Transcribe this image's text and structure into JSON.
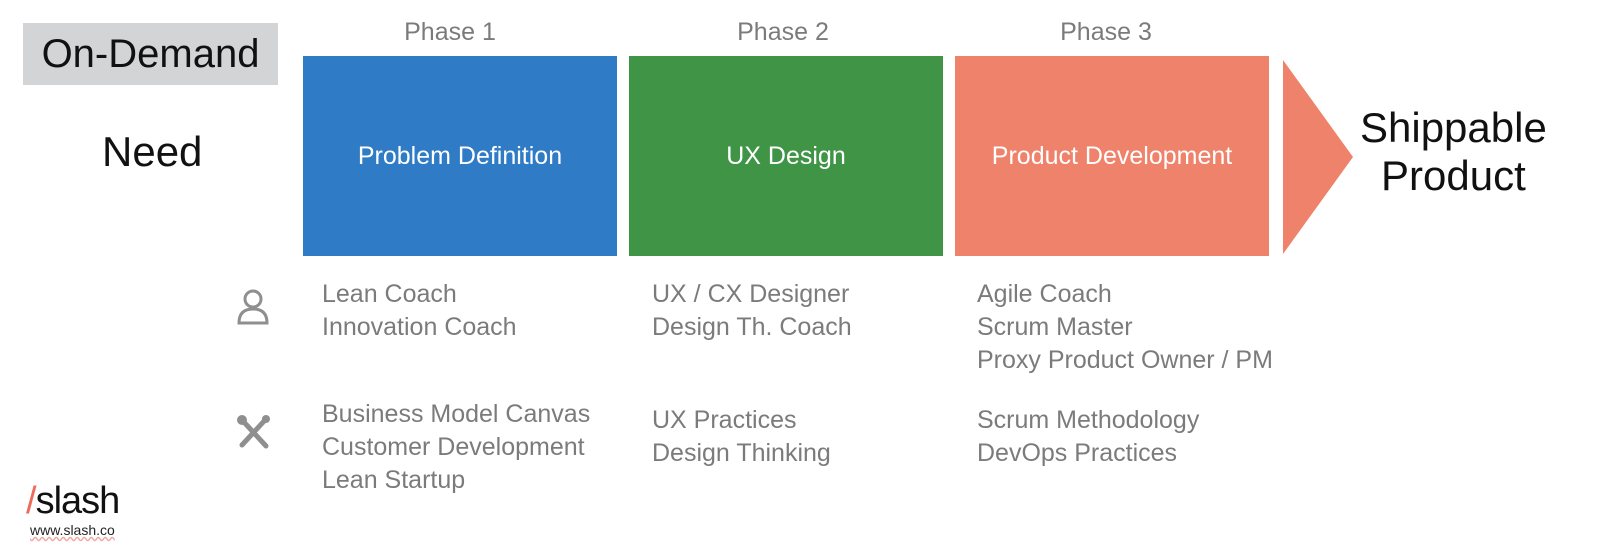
{
  "left": {
    "tag": "On-Demand",
    "need": "Need"
  },
  "colors": {
    "phase1": "#2f7bc6",
    "phase2": "#3f9446",
    "phase3": "#ef826a",
    "tag_bg": "#d3d4d6",
    "logo_accent": "#ee6b5a"
  },
  "phases": [
    {
      "label": "Phase 1",
      "title": "Problem Definition",
      "roles": [
        "Lean Coach",
        "Innovation Coach"
      ],
      "tools": [
        "Business Model Canvas",
        "Customer Development",
        "Lean Startup"
      ]
    },
    {
      "label": "Phase 2",
      "title": "UX Design",
      "roles": [
        "UX / CX Designer",
        "Design Th. Coach"
      ],
      "tools": [
        "UX Practices",
        "Design Thinking"
      ]
    },
    {
      "label": "Phase 3",
      "title": "Product Development",
      "roles": [
        "Agile Coach",
        "Scrum Master",
        "Proxy Product Owner / PM"
      ],
      "tools": [
        "Scrum Methodology",
        "DevOps Practices"
      ]
    }
  ],
  "outcome": {
    "line1": "Shippable",
    "line2": "Product"
  },
  "row_icons": {
    "roles": "person-icon",
    "tools": "tools-icon"
  },
  "logo": {
    "slash": "/",
    "name": "slash",
    "url": "www.slash.co"
  }
}
